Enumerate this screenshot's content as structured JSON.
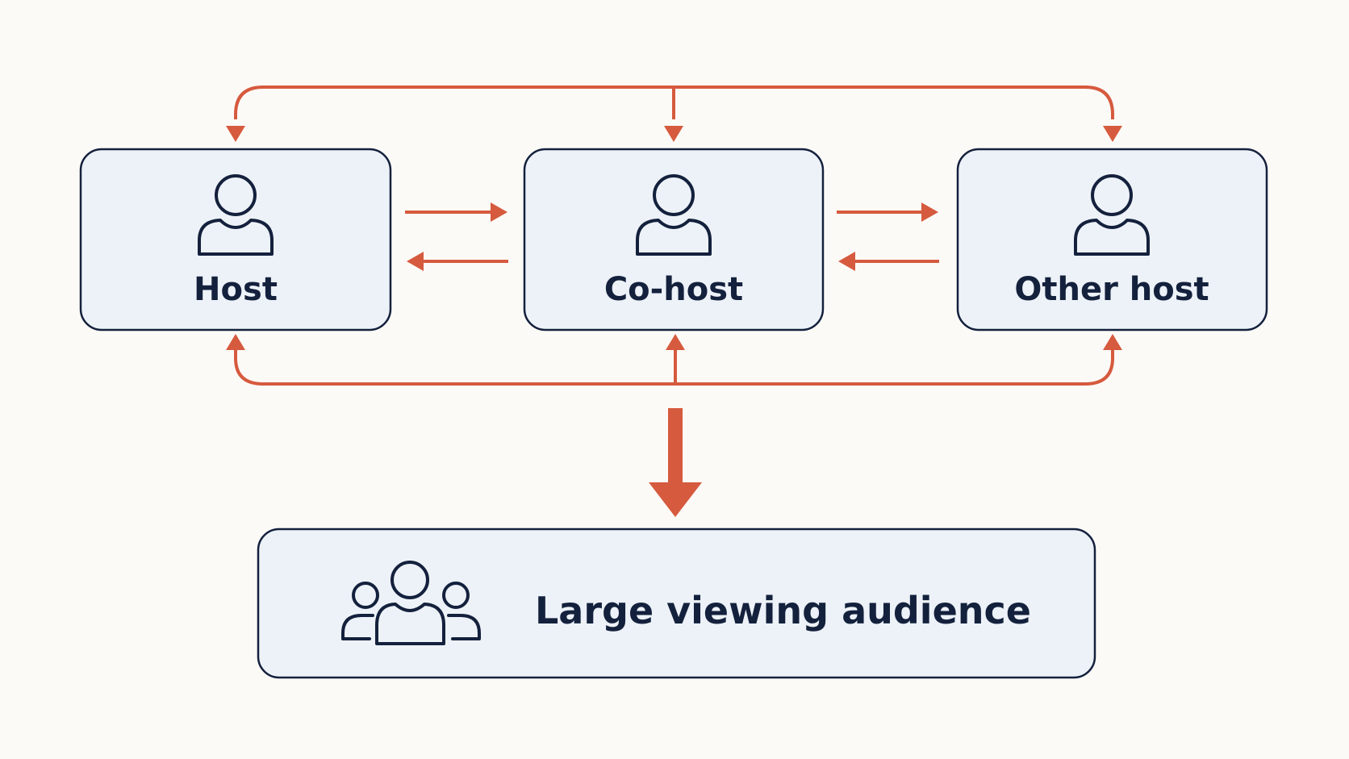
{
  "nodes": {
    "host": {
      "label": "Host",
      "icon": "user-icon"
    },
    "cohost": {
      "label": "Co-host",
      "icon": "user-icon"
    },
    "other_host": {
      "label": "Other host",
      "icon": "user-icon"
    },
    "audience": {
      "label": "Large viewing audience",
      "icon": "group-icon"
    }
  },
  "colors": {
    "background": "#fcfaf7",
    "node_fill": "#edf2f8",
    "node_stroke": "#14213d",
    "arrow": "#d65a3e"
  }
}
